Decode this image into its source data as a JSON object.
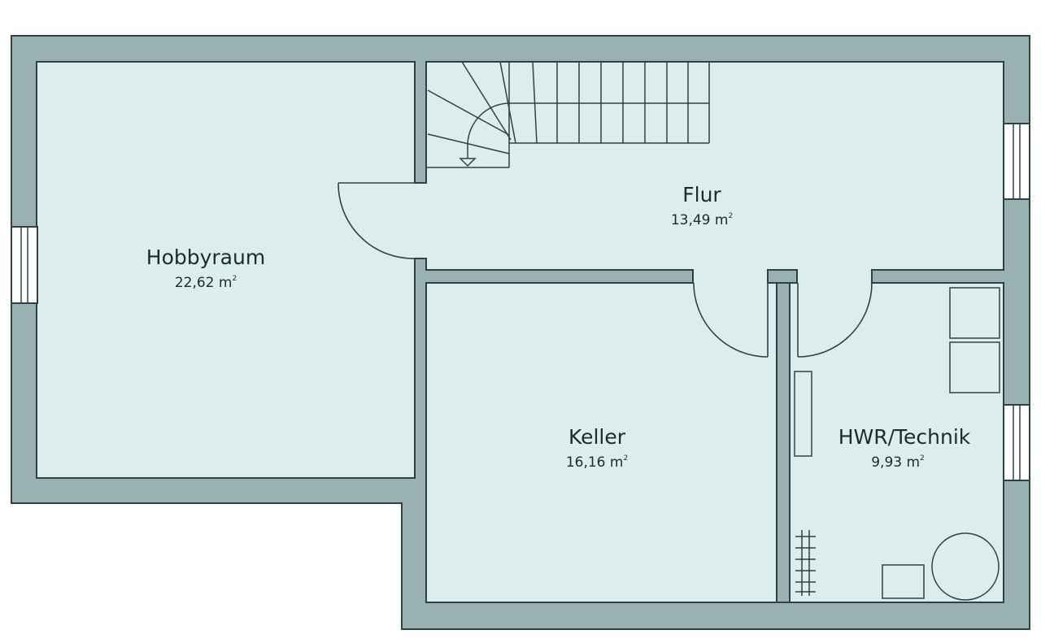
{
  "floorplan": {
    "colors": {
      "wall": "#9ab1b1",
      "room": "#dcedee",
      "line": "#2f4243",
      "window": "#ffffff"
    },
    "rooms": {
      "hobbyraum": {
        "name": "Hobbyraum",
        "area": "22,62 m",
        "unit_sup": "2"
      },
      "flur": {
        "name": "Flur",
        "area": "13,49 m",
        "unit_sup": "2"
      },
      "keller": {
        "name": "Keller",
        "area": "16,16 m",
        "unit_sup": "2"
      },
      "hwr": {
        "name": "HWR/Technik",
        "area": "9,93 m",
        "unit_sup": "2"
      }
    }
  }
}
